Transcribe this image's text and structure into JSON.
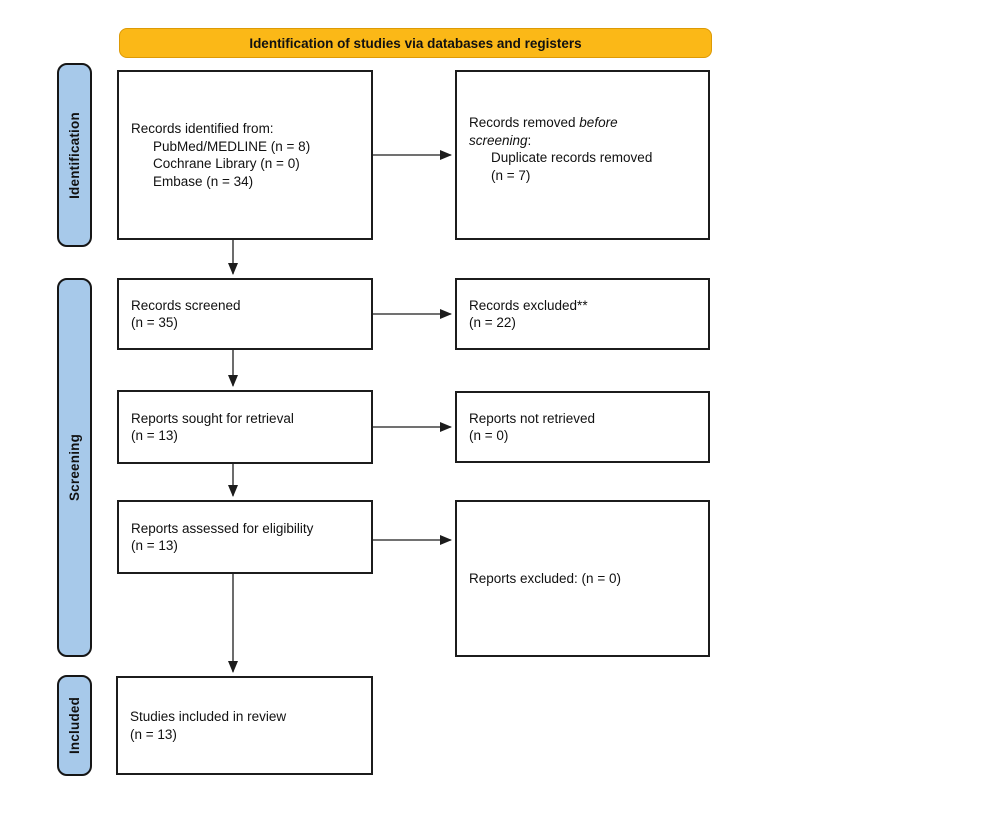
{
  "banner": {
    "label": "Identification of studies via databases and registers"
  },
  "sidebars": [
    {
      "id": "identification",
      "label": "Identification"
    },
    {
      "id": "screening",
      "label": "Screening"
    },
    {
      "id": "included",
      "label": "Included"
    }
  ],
  "boxes": [
    {
      "id": "records-identified",
      "lines": [
        {
          "indent": 0,
          "segments": [
            {
              "t": "Records identified from:"
            }
          ]
        },
        {
          "indent": 1,
          "segments": [
            {
              "t": "PubMed/MEDLINE (n = 8)"
            }
          ]
        },
        {
          "indent": 1,
          "segments": [
            {
              "t": "Cochrane Library (n = 0)"
            }
          ]
        },
        {
          "indent": 1,
          "segments": [
            {
              "t": "Embase (n = 34)"
            }
          ]
        }
      ]
    },
    {
      "id": "records-removed",
      "lines": [
        {
          "indent": 0,
          "segments": [
            {
              "t": "Records removed "
            },
            {
              "t": "before",
              "i": true
            }
          ]
        },
        {
          "indent": 0,
          "segments": [
            {
              "t": "screening",
              "i": true
            },
            {
              "t": ":"
            }
          ]
        },
        {
          "indent": 1,
          "segments": [
            {
              "t": "Duplicate records removed"
            }
          ]
        },
        {
          "indent": 1,
          "segments": [
            {
              "t": "(n = 7)"
            }
          ]
        }
      ]
    },
    {
      "id": "records-screened",
      "lines": [
        {
          "indent": 0,
          "segments": [
            {
              "t": "Records screened"
            }
          ]
        },
        {
          "indent": 0,
          "segments": [
            {
              "t": "(n = 35)"
            }
          ]
        }
      ]
    },
    {
      "id": "records-excluded",
      "lines": [
        {
          "indent": 0,
          "segments": [
            {
              "t": "Records excluded**"
            }
          ]
        },
        {
          "indent": 0,
          "segments": [
            {
              "t": "(n = 22)"
            }
          ]
        }
      ]
    },
    {
      "id": "reports-sought",
      "lines": [
        {
          "indent": 0,
          "segments": [
            {
              "t": "Reports sought for retrieval"
            }
          ]
        },
        {
          "indent": 0,
          "segments": [
            {
              "t": "(n = 13)"
            }
          ]
        }
      ]
    },
    {
      "id": "reports-not-retrieved",
      "lines": [
        {
          "indent": 0,
          "segments": [
            {
              "t": "Reports not retrieved"
            }
          ]
        },
        {
          "indent": 0,
          "segments": [
            {
              "t": "(n = 0)"
            }
          ]
        }
      ]
    },
    {
      "id": "reports-assessed",
      "lines": [
        {
          "indent": 0,
          "segments": [
            {
              "t": "Reports assessed for eligibility"
            }
          ]
        },
        {
          "indent": 0,
          "segments": [
            {
              "t": "(n = 13)"
            }
          ]
        }
      ]
    },
    {
      "id": "reports-excluded",
      "lines": [
        {
          "indent": 0,
          "segments": [
            {
              "t": "Reports excluded: (n = 0)"
            }
          ]
        }
      ]
    },
    {
      "id": "studies-included",
      "lines": [
        {
          "indent": 0,
          "segments": [
            {
              "t": "Studies included in review"
            }
          ]
        },
        {
          "indent": 0,
          "segments": [
            {
              "t": "(n = 13)"
            }
          ]
        }
      ]
    }
  ],
  "colors": {
    "banner_fill": "#FBB817",
    "banner_border": "#DD9A05",
    "sidebar_fill": "#A7C9EA",
    "sidebar_border": "#161616",
    "box_border": "#1c1c1c",
    "arrow": "#1c1c1c"
  }
}
